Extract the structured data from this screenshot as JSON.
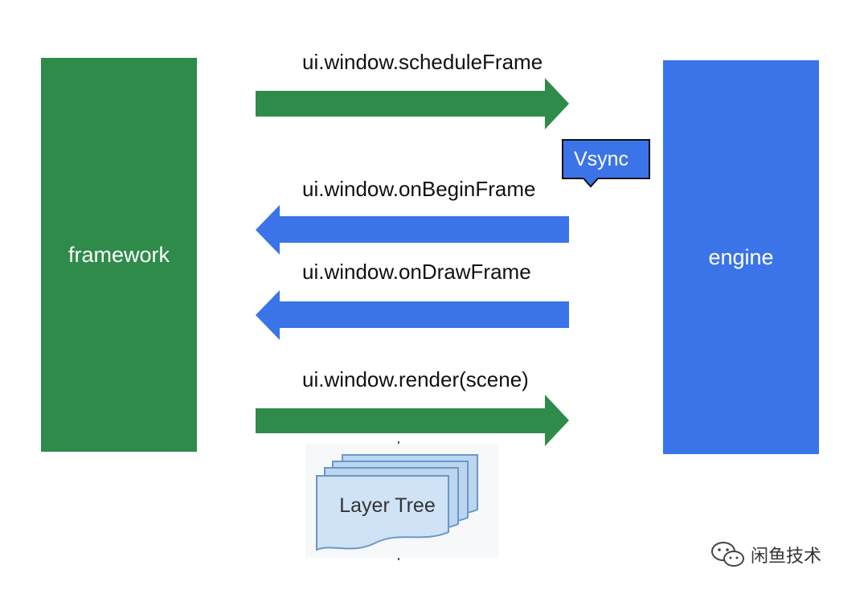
{
  "framework": {
    "label": "framework"
  },
  "engine": {
    "label": "engine"
  },
  "calls": [
    {
      "label": "ui.window.scheduleFrame",
      "direction": "framework-to-engine",
      "color": "#2e8b4a"
    },
    {
      "label": "ui.window.onBeginFrame",
      "direction": "engine-to-framework",
      "color": "#3a74e8"
    },
    {
      "label": "ui.window.onDrawFrame",
      "direction": "engine-to-framework",
      "color": "#3a74e8"
    },
    {
      "label": "ui.window.render(scene)",
      "direction": "framework-to-engine",
      "color": "#2e8b4a"
    }
  ],
  "vsync": {
    "label": "Vsync",
    "color": "#3a74e8"
  },
  "layer_tree": {
    "label": "Layer Tree",
    "fill": "#bcd6f0",
    "stroke": "#6a97c9"
  },
  "watermark": {
    "text": "闲鱼技术",
    "icon": "wechat-icon"
  },
  "colors": {
    "framework": "#2e8b4a",
    "engine": "#3a74e8"
  }
}
